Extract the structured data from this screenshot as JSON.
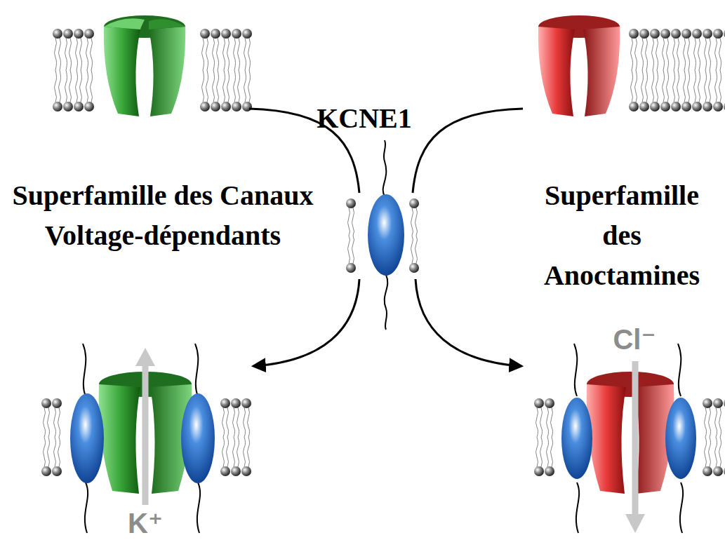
{
  "diagram": {
    "labels": [
      "KCNE1",
      "Superfamille des Canaux Voltage-dépendants",
      "Superfamille des Anoctamines",
      "Cl⁻",
      "K⁺"
    ]
  }
}
